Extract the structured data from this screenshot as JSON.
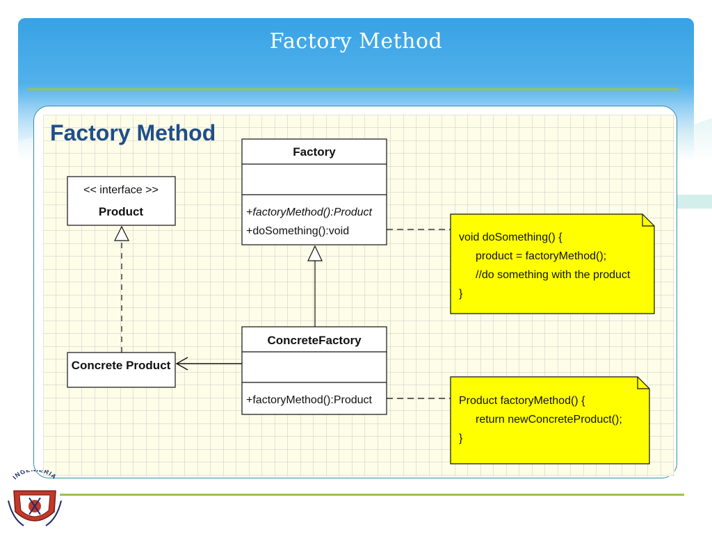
{
  "slide": {
    "title": "Factory Method"
  },
  "diagram": {
    "title": "Factory Method",
    "classes": {
      "product": {
        "stereotype": "<< interface >>",
        "name": "Product"
      },
      "factory": {
        "name": "Factory",
        "methods": [
          "+factoryMethod():Product",
          "+doSomething():void"
        ]
      },
      "concrete_product": {
        "name": "Concrete Product"
      },
      "concrete_factory": {
        "name": "ConcreteFactory",
        "methods": [
          "+factoryMethod():Product"
        ]
      }
    },
    "notes": {
      "do_something": [
        "void doSomething() {",
        "product = factoryMethod();",
        "//do something with the product",
        "}"
      ],
      "factory_method": [
        "Product factoryMethod() {",
        "return newConcreteProduct();",
        "}"
      ]
    }
  },
  "logo": {
    "text": "INGENIERIA"
  },
  "colors": {
    "note_fill": "#ffff00",
    "grid_bg": "#fdfde8",
    "grid_line": "#c9c9c9",
    "title_blue": "#1f4e8a"
  }
}
